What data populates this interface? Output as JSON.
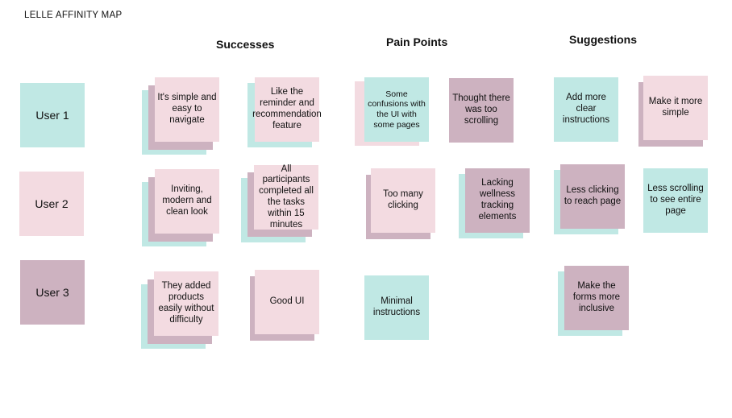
{
  "title": "LELLE AFFINITY MAP",
  "headers": {
    "successes": "Successes",
    "pain_points": "Pain Points",
    "suggestions": "Suggestions"
  },
  "users": [
    "User 1",
    "User 2",
    "User 3"
  ],
  "successes": {
    "user1": [
      "It's simple and easy to navigate",
      "Like the reminder and recommendation feature"
    ],
    "user2": [
      "Inviting, modern and clean look",
      "All participants completed all the tasks within 15 minutes"
    ],
    "user3": [
      "They added products easily without difficulty",
      "Good UI"
    ]
  },
  "pain_points": {
    "user1": [
      "Some confusions with the UI with some pages",
      "Thought there was too scrolling"
    ],
    "user2": [
      "Too many clicking",
      "Lacking wellness tracking elements"
    ],
    "user3": [
      "Minimal instructions"
    ]
  },
  "suggestions": {
    "user1": [
      "Add more clear instructions",
      "Make it more simple"
    ],
    "user2": [
      "Less clicking to reach page",
      "Less scrolling to see entire page"
    ],
    "user3": [
      "Make the forms more inclusive"
    ]
  },
  "colors": {
    "teal": "#c0e8e4",
    "pink": "#f3dbe1",
    "mauve": "#cdb2c0"
  }
}
